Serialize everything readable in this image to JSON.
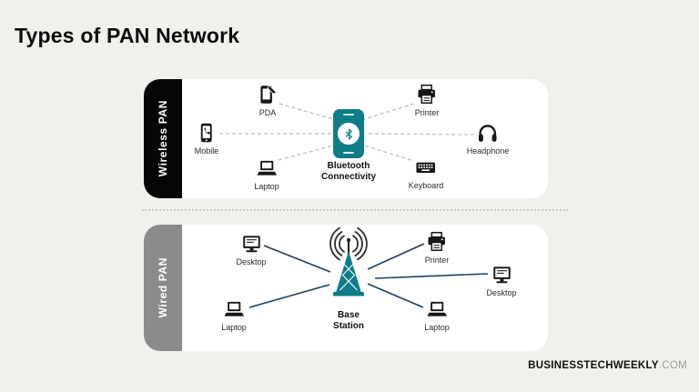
{
  "title": "Types of PAN Network",
  "colors": {
    "teal": "#0e7d8a",
    "navy": "#1d3f5e",
    "dash": "#bdbdbd",
    "background": "#f2f0ec",
    "panel": "#ffffff",
    "wireless_tab": "#060606",
    "wired_tab": "#8b8b8b"
  },
  "wireless": {
    "tab_label": "Wireless PAN",
    "center": {
      "line1": "Bluetooth",
      "line2": "Connectivity",
      "icon": "bluetooth-icon"
    },
    "devices": [
      {
        "label": "PDA",
        "icon": "pda-icon"
      },
      {
        "label": "Printer",
        "icon": "printer-icon"
      },
      {
        "label": "Mobile",
        "icon": "mobile-icon"
      },
      {
        "label": "Headphone",
        "icon": "headphone-icon"
      },
      {
        "label": "Laptop",
        "icon": "laptop-icon"
      },
      {
        "label": "Keyboard",
        "icon": "keyboard-icon"
      }
    ]
  },
  "wired": {
    "tab_label": "Wired PAN",
    "center": {
      "line1": "Base",
      "line2": "Station",
      "icon": "base-station-icon"
    },
    "devices": [
      {
        "label": "Desktop",
        "icon": "desktop-icon"
      },
      {
        "label": "Printer",
        "icon": "printer-icon"
      },
      {
        "label": "Desktop",
        "icon": "desktop-icon"
      },
      {
        "label": "Laptop",
        "icon": "laptop-icon"
      },
      {
        "label": "Laptop",
        "icon": "laptop-icon"
      }
    ]
  },
  "footer": {
    "brand": "BUSINESSTECHWEEKLY",
    "domain": ".COM"
  }
}
